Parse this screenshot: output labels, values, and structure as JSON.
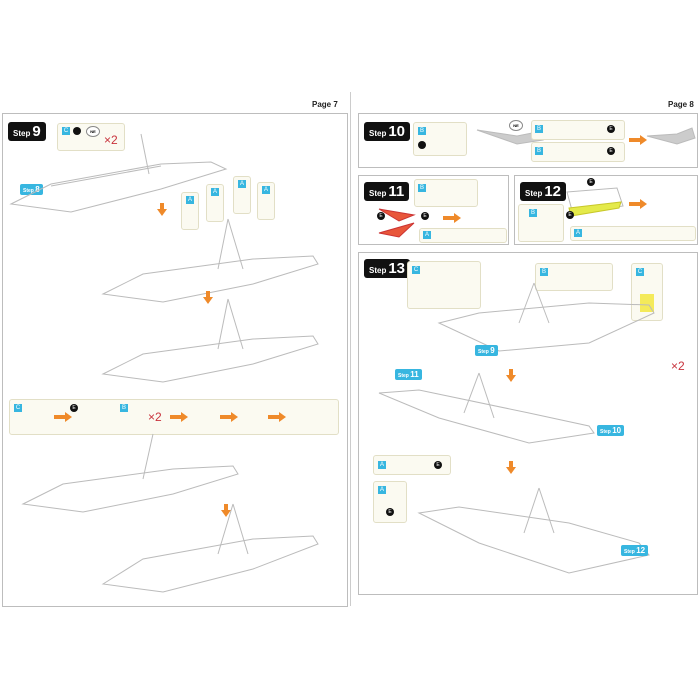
{
  "pages": [
    {
      "label": "Page 7"
    },
    {
      "label": "Page 8"
    }
  ],
  "steps": {
    "s9": {
      "word": "Step",
      "num": "9"
    },
    "s10": {
      "word": "Step",
      "num": "10"
    },
    "s11": {
      "word": "Step",
      "num": "11"
    },
    "s12": {
      "word": "Step",
      "num": "12"
    },
    "s13": {
      "word": "Step",
      "num": "13"
    }
  },
  "refs": {
    "step8": "8",
    "step9": "9",
    "step10": "10",
    "step11": "11",
    "step12": "12",
    "ref_word": "Step"
  },
  "letters": {
    "a": "A",
    "b": "B",
    "c": "C"
  },
  "marks": {
    "e": "E",
    "ne": "NE",
    "x2": "×2"
  },
  "colors": {
    "accent": "#37b6e0",
    "arrow": "#ef8a2a",
    "badge": "#111111",
    "callout": "#fbfaf1"
  }
}
